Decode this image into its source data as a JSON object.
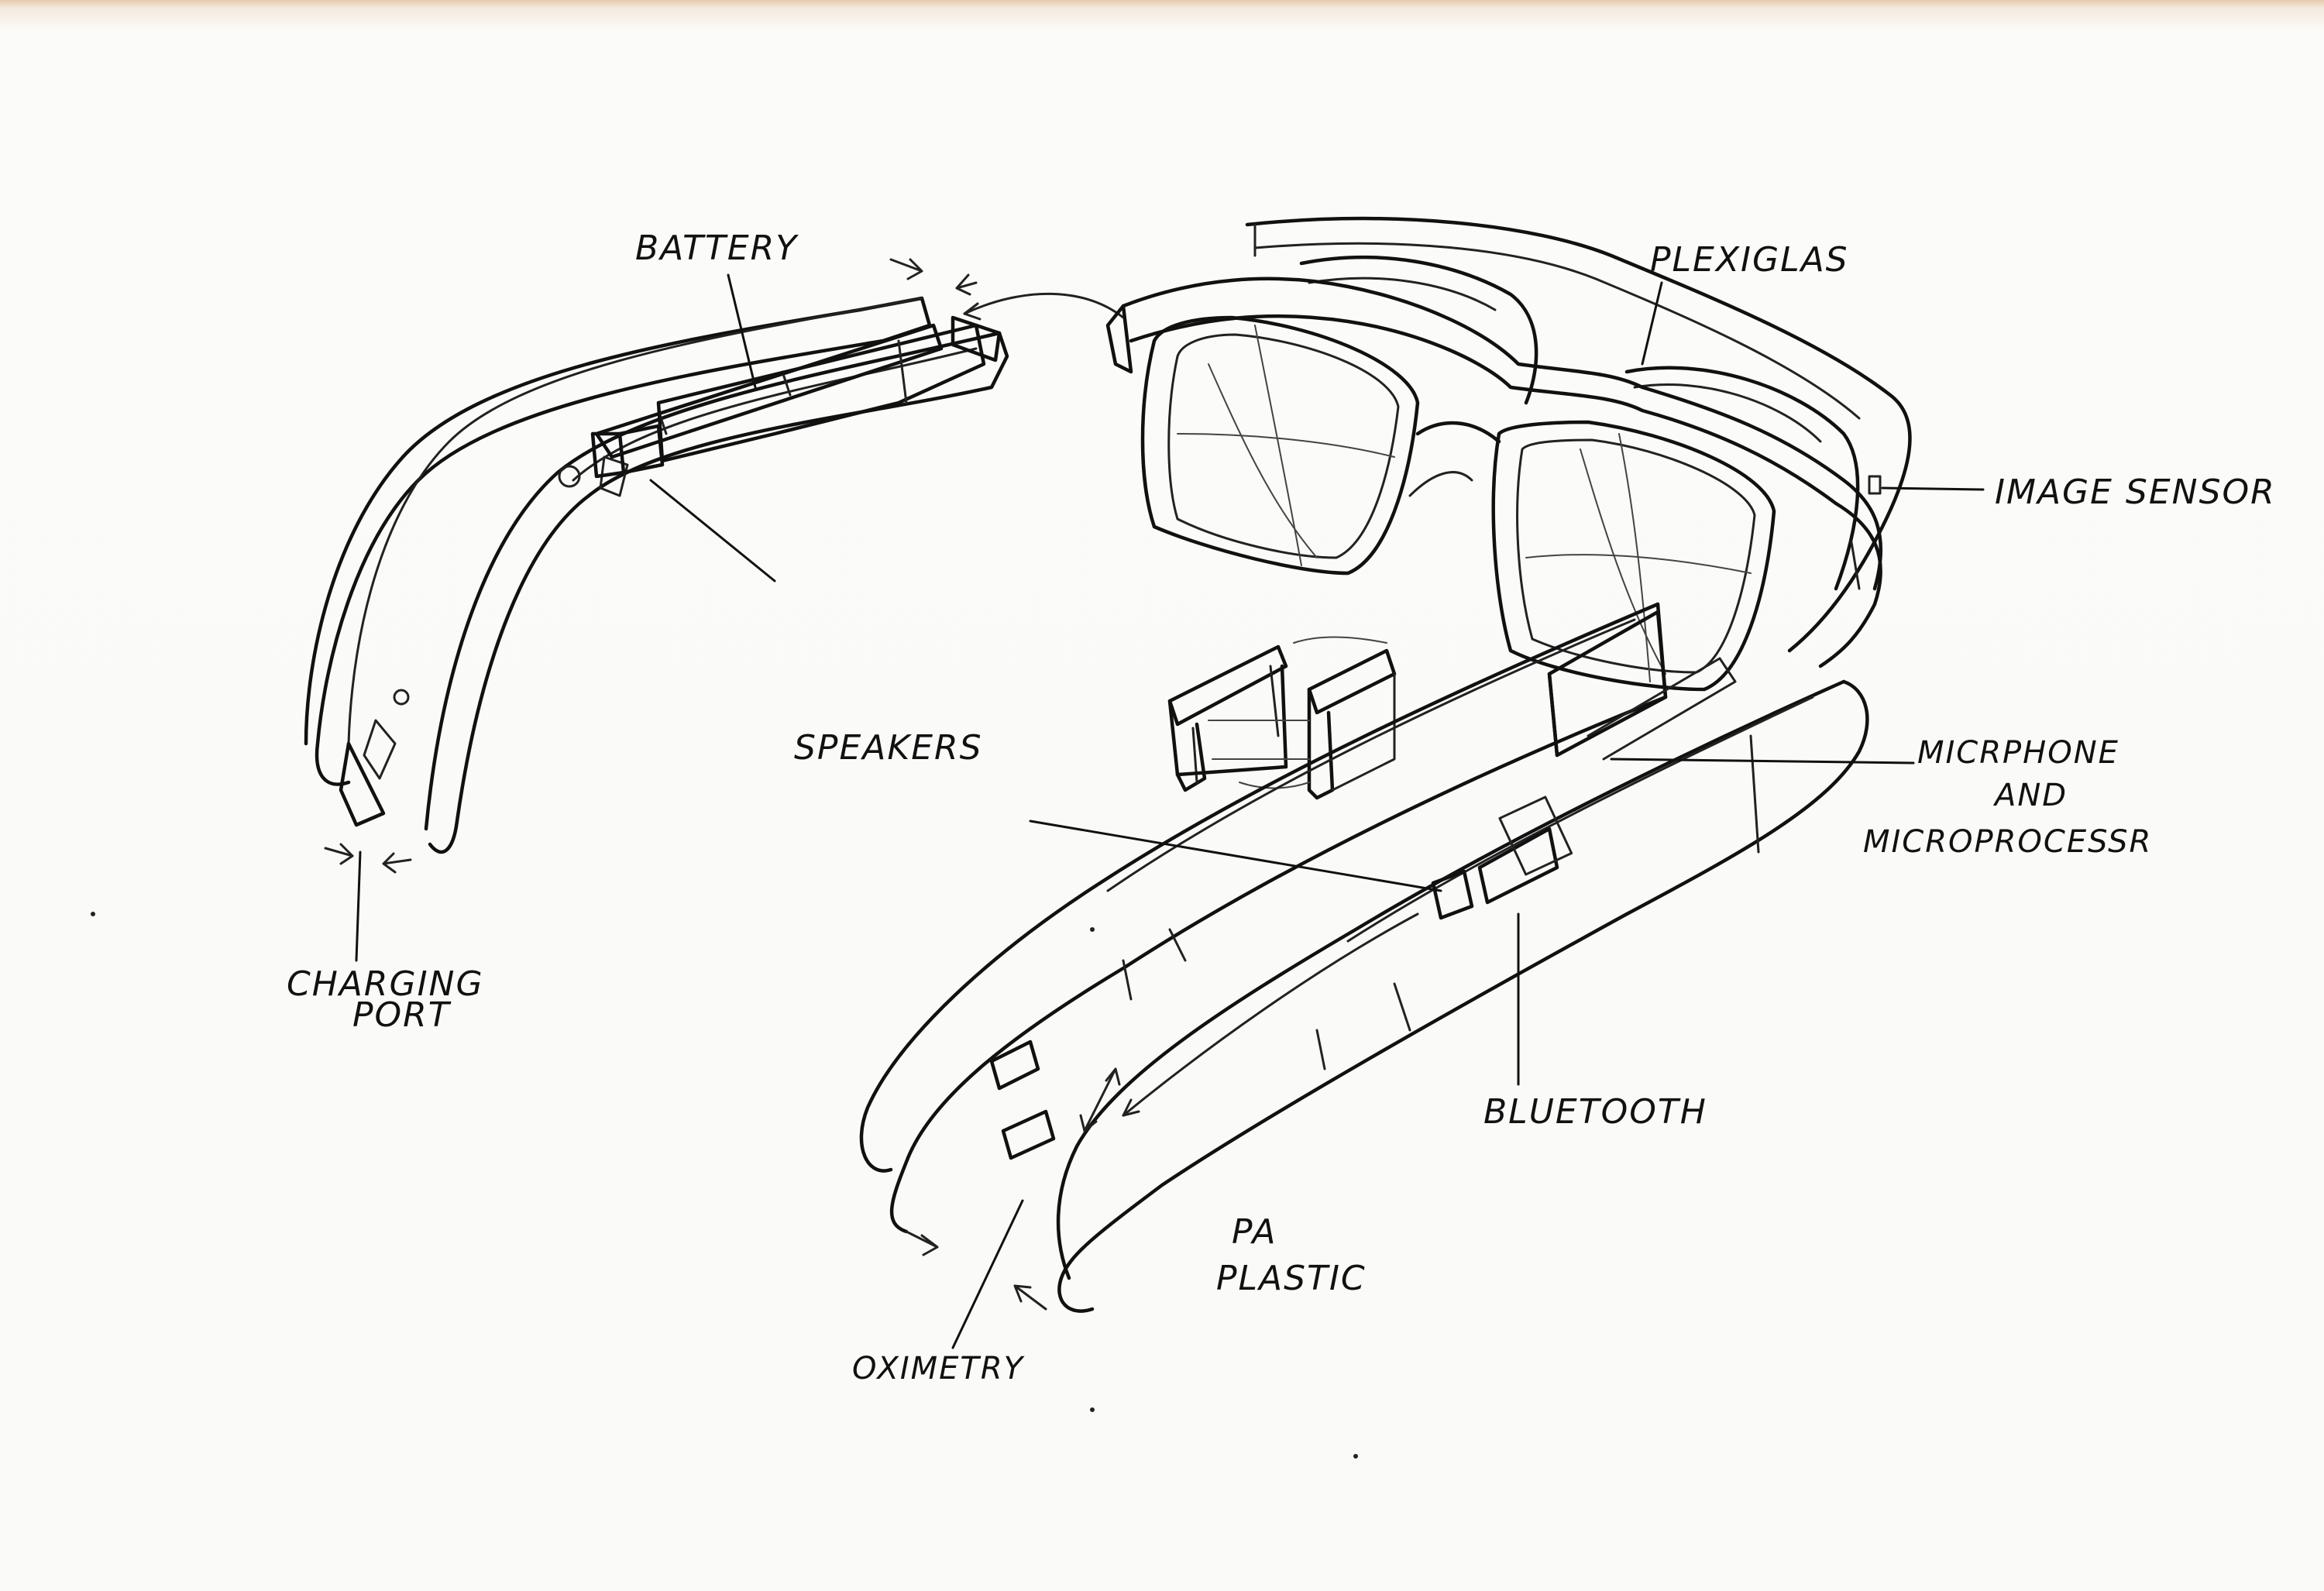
{
  "labels": {
    "battery": "BATTERY",
    "plexiglas": "PLEXIGLAS",
    "image_sensor": "IMAGE SENSOR",
    "speakers": "SPEAKERS",
    "microphone_line1": "MICRPHONE",
    "microphone_line2": "AND",
    "microphone_line3": "MICROPROCESSR",
    "charging_line1": "CHARGING",
    "charging_line2": "PORT",
    "bluetooth": "BLUETOOTH",
    "pa_line1": "PA",
    "pa_line2": "PLASTIC",
    "oximetry": "OXIMETRY"
  }
}
